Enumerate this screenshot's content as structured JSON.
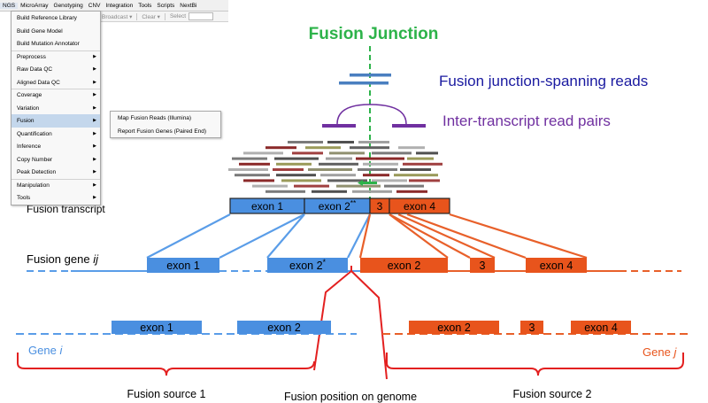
{
  "title": "Fusion Junction",
  "annotations": {
    "spanning_reads": "Fusion junction-spanning reads",
    "read_pairs": "Inter-transcript read pairs"
  },
  "labels": {
    "fusion_transcript": "Fusion transcript",
    "fusion_gene": "Fusion gene",
    "fusion_gene_suffix": "ij",
    "gene_i": "Gene",
    "gene_i_suffix": "i",
    "gene_j": "Gene",
    "gene_j_suffix": "j",
    "fusion_source_1": "Fusion source 1",
    "fusion_position": "Fusion position on genome",
    "fusion_source_2": "Fusion source 2"
  },
  "transcript_exons": [
    {
      "label": "exon 1",
      "sup": ""
    },
    {
      "label": "exon 2",
      "sup": "**"
    },
    {
      "label": "3",
      "sup": ""
    },
    {
      "label": "exon 4",
      "sup": ""
    }
  ],
  "fusion_gene_exons": [
    {
      "label": "exon 1",
      "sup": ""
    },
    {
      "label": "exon 2",
      "sup": "*"
    },
    {
      "label": "exon 2",
      "sup": ""
    },
    {
      "label": "3",
      "sup": ""
    },
    {
      "label": "exon 4",
      "sup": ""
    }
  ],
  "gene_i_exons": [
    "exon 1",
    "exon 2"
  ],
  "gene_j_exons": [
    "exon 2",
    "3",
    "exon 4"
  ],
  "colors": {
    "blue_exon": "#4a8fe0",
    "blue_line": "#5a9de8",
    "orange_exon": "#e8541c",
    "orange_line": "#e8602a",
    "junction": "#2db34a",
    "red": "#e32020",
    "spanning_text": "#1a1aa0",
    "pairs_text": "#7030a0",
    "gene_i_text": "#4a8fe0",
    "gene_j_text": "#e8541c"
  },
  "menu": {
    "menubar": [
      "NGS",
      "MicroArray",
      "Genotyping",
      "CNV",
      "Integration",
      "Tools",
      "Scripts",
      "NextBi"
    ],
    "toolbar": [
      "Broadcast",
      "Clear",
      "Select"
    ],
    "items": [
      {
        "label": "Build Reference Library",
        "arrow": false,
        "sep": false,
        "hl": false
      },
      {
        "label": "Build Gene Model",
        "arrow": false,
        "sep": false,
        "hl": false
      },
      {
        "label": "Build Mutation Annotator",
        "arrow": false,
        "sep": false,
        "hl": false
      },
      {
        "label": "Preprocess",
        "arrow": true,
        "sep": true,
        "hl": false
      },
      {
        "label": "Raw Data QC",
        "arrow": true,
        "sep": false,
        "hl": false
      },
      {
        "label": "Aligned Data QC",
        "arrow": true,
        "sep": false,
        "hl": false
      },
      {
        "label": "Coverage",
        "arrow": true,
        "sep": true,
        "hl": false
      },
      {
        "label": "Variation",
        "arrow": true,
        "sep": false,
        "hl": false
      },
      {
        "label": "Fusion",
        "arrow": true,
        "sep": false,
        "hl": true
      },
      {
        "label": "Quantification",
        "arrow": true,
        "sep": false,
        "hl": false
      },
      {
        "label": "Inference",
        "arrow": true,
        "sep": false,
        "hl": false
      },
      {
        "label": "Copy Number",
        "arrow": true,
        "sep": false,
        "hl": false
      },
      {
        "label": "Peak Detection",
        "arrow": true,
        "sep": false,
        "hl": false
      },
      {
        "label": "Manipulation",
        "arrow": true,
        "sep": true,
        "hl": false
      },
      {
        "label": "Tools",
        "arrow": true,
        "sep": false,
        "hl": false
      }
    ],
    "submenu": [
      "Map Fusion Reads (Illumina)",
      "Report Fusion Genes (Paired End)"
    ]
  }
}
